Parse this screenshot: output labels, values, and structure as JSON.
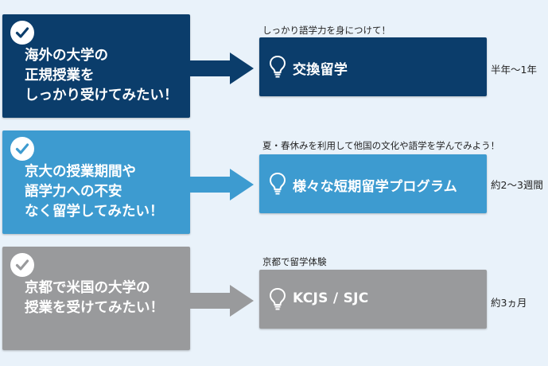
{
  "rows": [
    {
      "theme": "#0b3d6b",
      "lines": [
        "海外の大学の",
        "正規授業を",
        "しっかり受けてみたい！"
      ],
      "caption": "しっかり語学力を身につけて！",
      "program": "交換留学",
      "duration": "半年〜1年"
    },
    {
      "theme": "#3d9bd0",
      "lines": [
        "京大の授業期間や",
        "語学力への不安",
        "なく留学してみたい！"
      ],
      "caption": "夏・春休みを利用して他国の文化や語学を学んでみよう！",
      "program": "様々な短期留学プログラム",
      "duration": "約2〜3週間"
    },
    {
      "theme": "#999a9c",
      "lines": [
        "京都で米国の大学の",
        "授業を受けてみたい！"
      ],
      "caption": "京都で留学体験",
      "program": "KCJS / SJC",
      "duration": "約3ヵ月"
    }
  ],
  "icons": {
    "check": "check-circle-icon",
    "bulb": "lightbulb-icon",
    "arrow": "arrow-right-icon"
  }
}
